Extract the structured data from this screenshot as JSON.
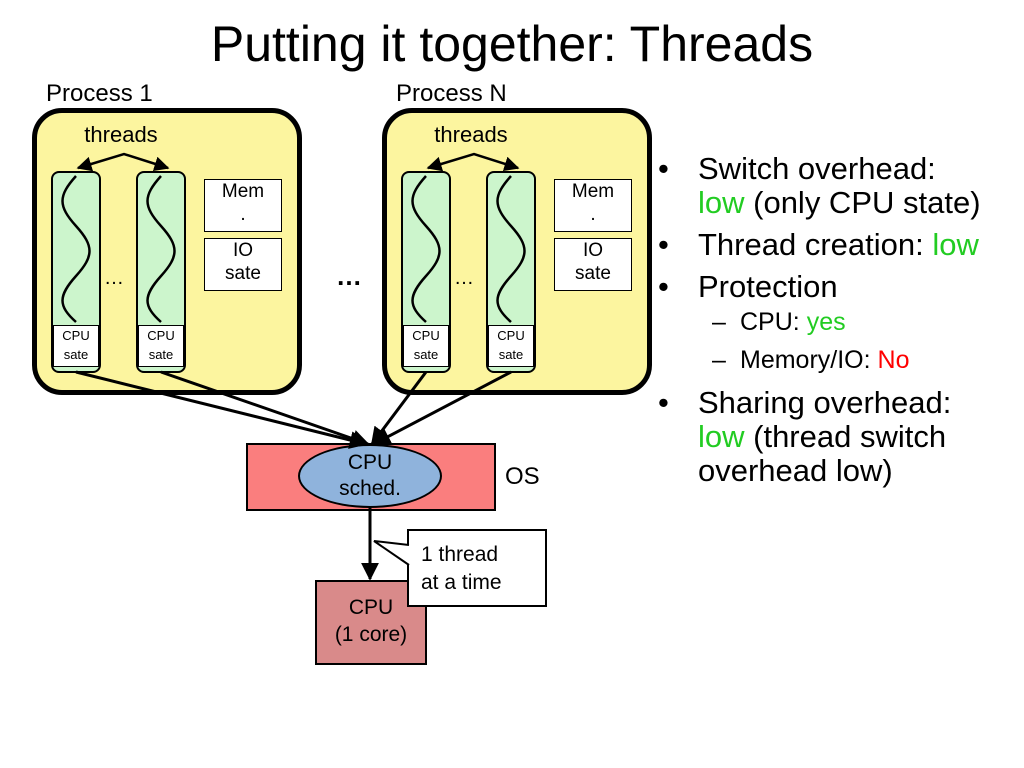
{
  "title": "Putting it together: Threads",
  "processes": [
    {
      "label": "Process 1",
      "threads_label": "threads",
      "cpu_state_label": [
        "CPU",
        "sate"
      ],
      "mem_label": [
        "Mem",
        "."
      ],
      "io_label": [
        "IO",
        "sate"
      ],
      "ellipsis": "…"
    },
    {
      "label": "Process N",
      "threads_label": "threads",
      "cpu_state_label": [
        "CPU",
        "sate"
      ],
      "mem_label": [
        "Mem",
        "."
      ],
      "io_label": [
        "IO",
        "sate"
      ],
      "ellipsis": "…"
    }
  ],
  "between_processes": "…",
  "os": {
    "label": "OS",
    "scheduler": [
      "CPU",
      "sched."
    ]
  },
  "cpu": [
    "CPU",
    "(1 core)"
  ],
  "callout": [
    "1 thread",
    "at a time"
  ],
  "bullets": {
    "switch_overhead": {
      "text": "Switch overhead:",
      "highlight": "low",
      "rest": " (only CPU state)"
    },
    "thread_creation": {
      "text": "Thread creation: ",
      "highlight": "low"
    },
    "protection": {
      "text": "Protection",
      "cpu": {
        "text": "CPU: ",
        "value": "yes"
      },
      "memory_io": {
        "text": "Memory/IO: ",
        "value": "No"
      }
    },
    "sharing_overhead": {
      "text": "Sharing overhead:",
      "highlight": "low",
      "rest": " (thread switch overhead low)"
    },
    "bullet_char": "•",
    "dash_char": "–"
  },
  "colors": {
    "process_fill": "#fcf59f",
    "thread_fill": "#ccf5cc",
    "os_fill": "#fa7e7e",
    "scheduler_fill": "#8fb3dc",
    "cpu_fill": "#d98a8a",
    "positive": "#22cc22",
    "negative": "#ff0000"
  }
}
